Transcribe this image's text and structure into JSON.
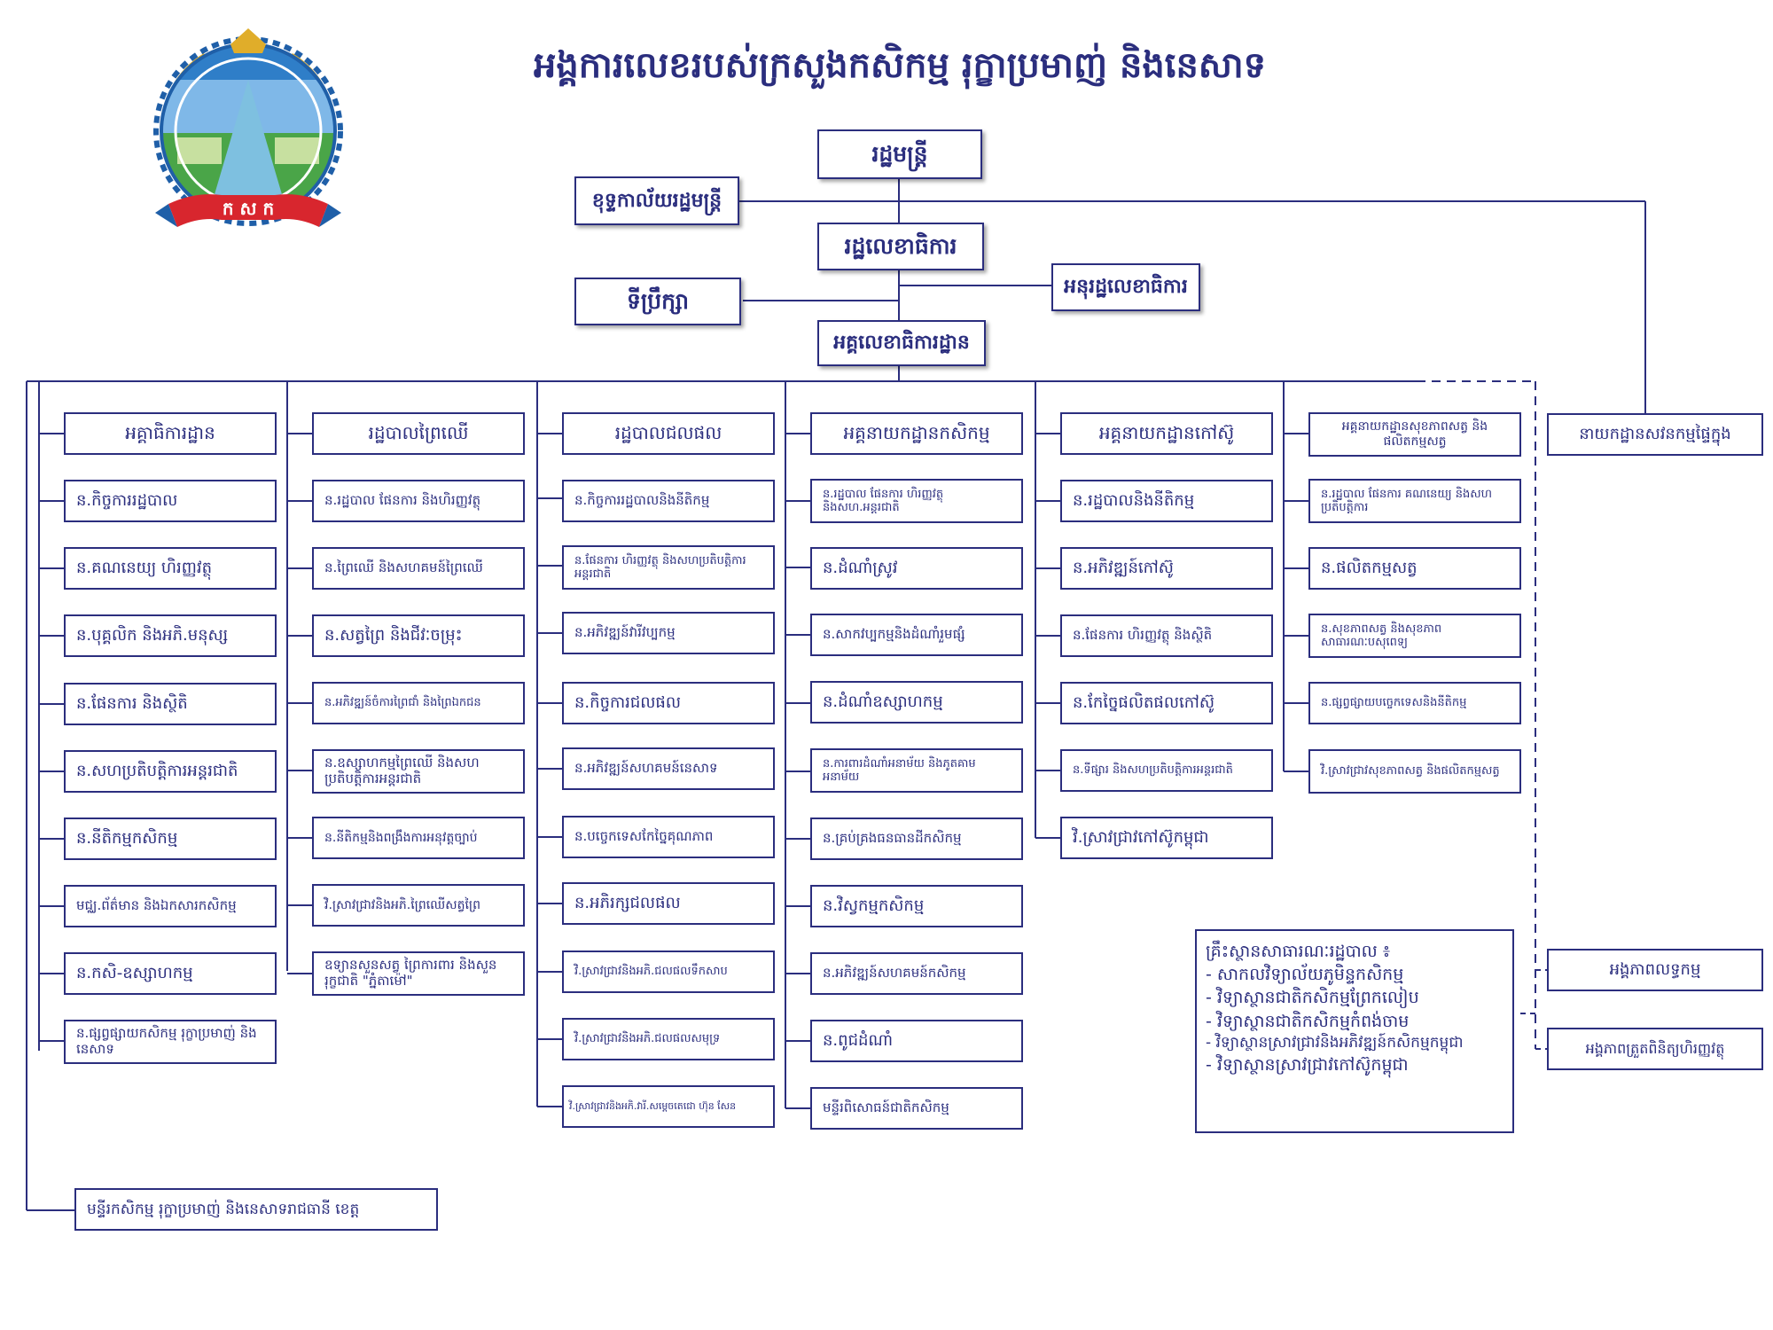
{
  "title": "អង្គការលេខរបស់ក្រសួងកសិកម្ម រុក្ខាប្រមាញ់ និងនេសាទ",
  "logo": {
    "text": "ក ស ក",
    "colors": {
      "blue": "#1f5fa8",
      "green": "#3a9b3a",
      "red": "#d8262e",
      "gold": "#d9a520"
    }
  },
  "colors": {
    "primary": "#2b2e7e"
  },
  "top": {
    "minister": "រដ្ឋមន្ត្រី",
    "cabinet": "ខុទ្ទកាល័យរដ្ឋមន្ត្រី",
    "secretary_of_state": "រដ្ឋលេខាធិការ",
    "advisors": "ទីប្រឹក្សា",
    "under_secretary": "អនុរដ្ឋលេខាធិការ",
    "secretary_general": "អគ្គលេខាធិការដ្ឋាន"
  },
  "columns": [
    {
      "head": "អគ្គាធិការដ្ឋាន",
      "items": [
        "ន.កិច្ចការរដ្ឋបាល",
        "ន.គណនេយ្យ ហិរញ្ញវត្ថុ",
        "ន.បុគ្គលិក និងអភិ.មនុស្ស",
        "ន.ផែនការ និងស្ថិតិ",
        "ន.សហប្រតិបត្តិការអន្តរជាតិ",
        "ន.នីតិកម្មកសិកម្ម",
        "មជ្ឈ.ព័ត៌មាន និងឯកសារកសិកម្ម",
        "ន.កសិ-ឧស្សាហកម្ម",
        "ន.ផ្សព្វផ្សាយកសិកម្ម រុក្ខាប្រមាញ់ និងនេសាទ"
      ]
    },
    {
      "head": "រដ្ឋបាលព្រៃឈើ",
      "items": [
        "ន.រដ្ឋបាល ផែនការ និងហិរញ្ញវត្ថុ",
        "ន.ព្រៃឈើ និងសហគមន៍ព្រៃឈើ",
        "ន.សត្វព្រៃ និងជីវៈចម្រុះ",
        "ន.អភិវឌ្ឍន៍ចំការព្រៃជាំ និងព្រៃឯកជន",
        "ន.ឧស្សាហកម្មព្រៃឈើ និងសហប្រតិបត្តិការអន្តរជាតិ",
        "ន.នីតិកម្មនិងពង្រឹងការអនុវត្តច្បាប់",
        "វិ.ស្រាវជ្រាវនិងអភិ.ព្រៃឈើសត្វព្រៃ",
        "ឧទ្យានសួនសត្វ ព្រៃការពារ និងសួនរុក្ខជាតិ \"ភ្នំតាម៉ៅ\""
      ]
    },
    {
      "head": "រដ្ឋបាលជលផល",
      "items": [
        "ន.កិច្ចការរដ្ឋបាលនិងនីតិកម្ម",
        "ន.ផែនការ ហិរញ្ញវត្ថុ និងសហប្រតិបត្តិការអន្តរជាតិ",
        "ន.អភិវឌ្ឍន៍វារីវប្បកម្ម",
        "ន.កិច្ចការជលផល",
        "ន.អភិវឌ្ឍន៍សហគមន៍នេសាទ",
        "ន.បច្ចេកទេសកែច្នៃគុណភាព",
        "ន.អភិរក្សជលផល",
        "វិ.ស្រាវជ្រាវនិងអភិ.ជលផលទឹកសាប",
        "វិ.ស្រាវជ្រាវនិងអភិ.ជលផលសមុទ្រ",
        "វិ.ស្រាវជ្រាវនិងអភិ.វារី.សម្ដេចតេជោ ហ៊ុន សែន"
      ]
    },
    {
      "head": "អគ្គនាយកដ្ឋានកសិកម្ម",
      "items": [
        "ន.រដ្ឋបាល ផែនការ ហិរញ្ញវត្ថុ និងសហ.អន្តរជាតិ",
        "ន.ដំណាំស្រូវ",
        "ន.សាកវប្បកម្មនិងដំណាំរួមផ្សំ",
        "ន.ដំណាំឧស្សាហកម្ម",
        "ន.ការពារដំណាំអនាម័យ និងភូតគាមអនាម័យ",
        "ន.គ្រប់គ្រងធនធានដីកសិកម្ម",
        "ន.វិស្វកម្មកសិកម្ម",
        "ន.អភិវឌ្ឍន៍សហគមន៍កសិកម្ម",
        "ន.ពូជដំណាំ",
        "មន្ទីរពិសោធន៍ជាតិកសិកម្ម"
      ]
    },
    {
      "head": "អគ្គនាយកដ្ឋានកៅស៊ូ",
      "items": [
        "ន.រដ្ឋបាលនិងនីតិកម្ម",
        "ន.អភិវឌ្ឍន៍កៅស៊ូ",
        "ន.ផែនការ ហិរញ្ញវត្ថុ និងស្ថិតិ",
        "ន.កែច្នៃផលិតផលកៅស៊ូ",
        "ន.ទីផ្សារ និងសហប្រតិបត្តិការអន្តរជាតិ",
        "វិ.ស្រាវជ្រាវកៅស៊ូកម្ពុជា"
      ]
    },
    {
      "head": "អគ្គនាយកដ្ឋានសុខភាពសត្វ និងផលិតកម្មសត្វ",
      "items": [
        "ន.រដ្ឋបាល ផែនការ គណនេយ្យ និងសហប្រតិបត្តិការ",
        "ន.ផលិតកម្មសត្វ",
        "ន.សុខភាពសត្វ និងសុខភាព សាធារណៈបសុពេទ្យ",
        "ន.ផ្សព្វផ្សាយបច្ចេកទេសនិងនីតិកម្ម",
        "វិ.ស្រាវជ្រាវសុខភាពសត្វ និងផលិតកម្មសត្វ"
      ]
    }
  ],
  "right": {
    "internal_audit": "នាយកដ្ឋានសវនកម្មផ្ទៃក្នុង",
    "procurement": "អង្គភាពលទ្ធកម្ម",
    "financial_control": "អង្គភាពត្រួតពិនិត្យហិរញ្ញវត្ថុ"
  },
  "institutes": {
    "header": "គ្រឹះស្ថានសាធារណៈរដ្ឋបាល ៖",
    "items": [
      "- សាកលវិទ្យាល័យភូមិន្ទកសិកម្ម",
      "- វិទ្យាស្ថានជាតិកសិកម្មព្រែកលៀប",
      "- វិទ្យាស្ថានជាតិកសិកម្មកំពង់ចាម",
      "- វិទ្យាស្ថានស្រាវជ្រាវនិងអភិវឌ្ឍន៍កសិកម្មកម្ពុជា",
      "- វិទ្យាស្ថានស្រាវជ្រាវកៅស៊ូកម្ពុជា"
    ]
  },
  "provincial": "មន្ទីរកសិកម្ម រុក្ខាប្រមាញ់ និងនេសាទរាជធានី ខេត្ត"
}
